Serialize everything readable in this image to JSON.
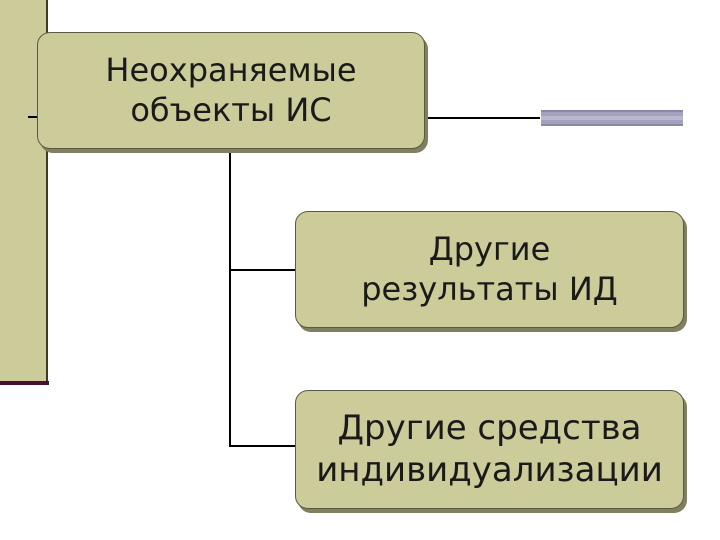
{
  "diagram": {
    "root": {
      "label": "Неохраняемые\nобъекты ИС"
    },
    "children": [
      {
        "label": "Другие\nрезультаты ИД"
      },
      {
        "label": "Другие средства\nиндивидуализации"
      }
    ]
  },
  "colors": {
    "box_fill": "#cccc9a",
    "side_band": "#cccc9a",
    "accent_bar": "#a3a1bd",
    "side_band_bottom": "#4a1030"
  }
}
